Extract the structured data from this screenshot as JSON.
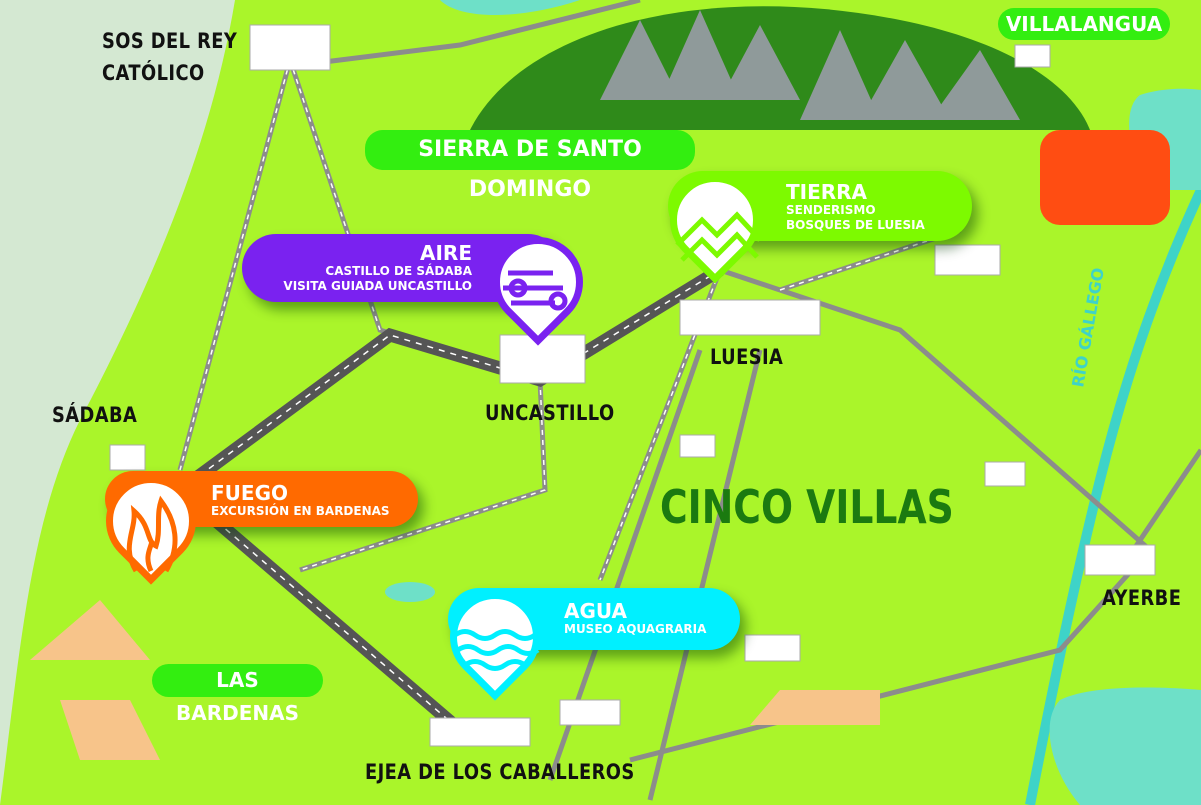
{
  "region_title": "CINCO VILLAS",
  "towns": {
    "sos_line1": "SOS DEL REY",
    "sos_line2": "CATÓLICO",
    "sadaba": "SÁDABA",
    "uncastillo": "UNCASTILLO",
    "luesia": "LUESIA",
    "ayerbe": "AYERBE",
    "ejea": "EJEA DE LOS CABALLEROS"
  },
  "area_tags": {
    "sierra": "SIERRA DE SANTO DOMINGO",
    "bardenas": "LAS BARDENAS",
    "villalangua": "VILLALANGUA"
  },
  "river": "RÍO GÁLLEGO",
  "activities": [
    {
      "title": "AIRE",
      "line1": "CASTILLO DE SÁDABA",
      "line2": "VISITA GUIADA UNCASTILLO",
      "color": "#7a22f0",
      "icon": "wind-icon"
    },
    {
      "title": "TIERRA",
      "line1": "SENDERISMO",
      "line2": "BOSQUES DE LUESIA",
      "color": "#7dfa00",
      "icon": "mountains-icon"
    },
    {
      "title": "FUEGO",
      "line1": "EXCURSIÓN EN BARDENAS",
      "color": "#ff6a00",
      "icon": "flame-icon"
    },
    {
      "title": "AGUA",
      "line1": "MUSEO AQUAGRARIA",
      "color": "#00f0ff",
      "icon": "waves-icon"
    }
  ]
}
